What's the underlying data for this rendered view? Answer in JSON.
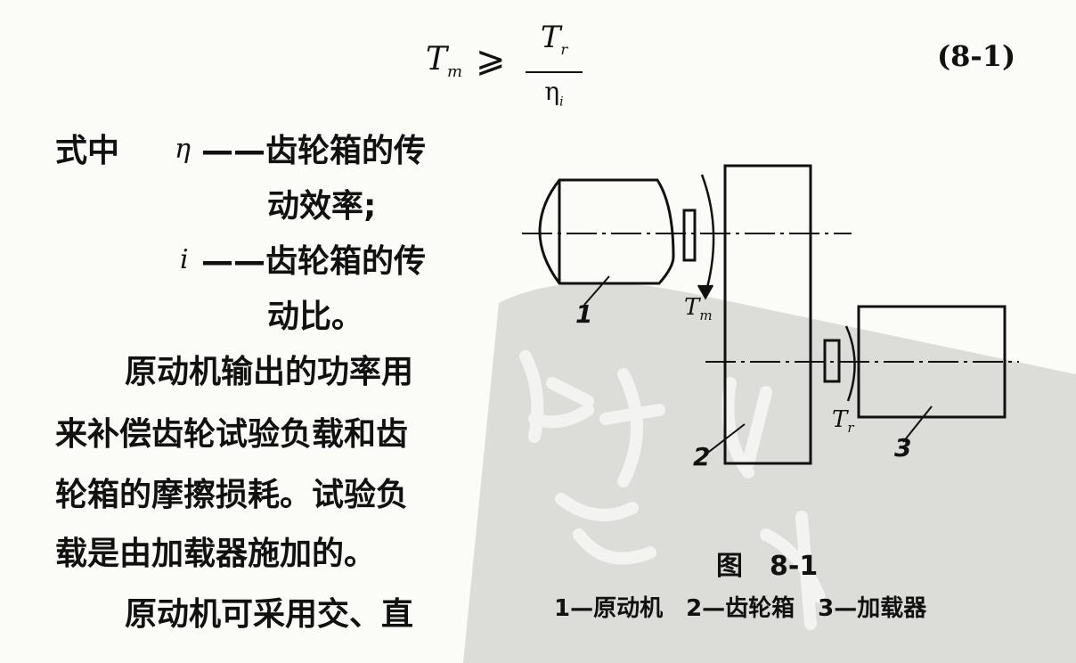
{
  "formula": {
    "lhs": "T",
    "lhs_sub": "m",
    "relation": "⩾",
    "numerator": "T",
    "numerator_sub": "r",
    "denominator": "η",
    "denominator_sub": "i"
  },
  "equation_number": "(8-1)",
  "definitions": {
    "intro": "式中",
    "eta_symbol": "η",
    "eta_line1": "——齿轮箱的传",
    "eta_line2": "动效率;",
    "i_symbol": "i",
    "i_line1": "——齿轮箱的传",
    "i_line2": "动比。"
  },
  "paragraph1": [
    "原动机输出的功率用",
    "来补偿齿轮试验负载和齿",
    "轮箱的摩擦损耗。试验负",
    "载是由加载器施加的。"
  ],
  "paragraph2": [
    "原动机可采用交、直"
  ],
  "figure": {
    "label_1": "1",
    "label_2": "2",
    "label_3": "3",
    "torque_m": "T",
    "torque_m_sub": "m",
    "torque_r": "T",
    "torque_r_sub": "r",
    "title": "图　8-1",
    "legend": "1—原动机　2—齿轮箱　3—加载器"
  },
  "colors": {
    "ink": "#111111",
    "paper": "#fbfbf8",
    "watermark": "#d6d6d3"
  }
}
